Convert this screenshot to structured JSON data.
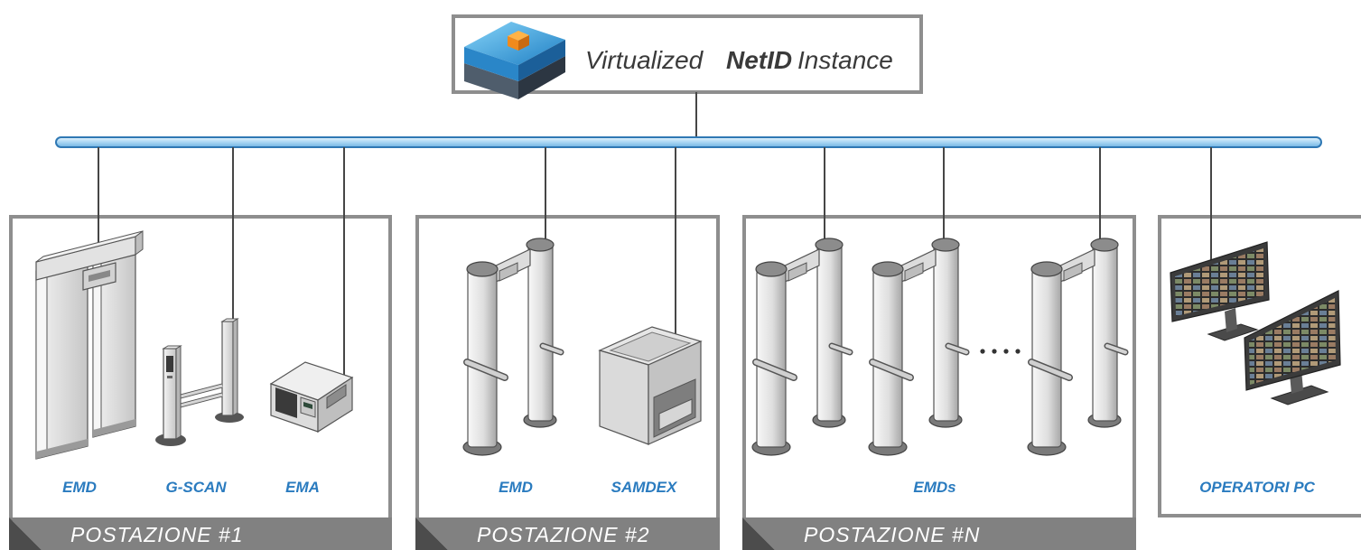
{
  "instance": {
    "title_pre": "Virtualized",
    "title_bold": "NetID",
    "title_post": "Instance",
    "icon": "virtual-server-icon"
  },
  "stations": [
    {
      "banner": "POSTAZIONE #1",
      "devices": [
        "EMD",
        "G-SCAN",
        "EMA"
      ]
    },
    {
      "banner": "POSTAZIONE #2",
      "devices": [
        "EMD",
        "SAMDEX"
      ]
    },
    {
      "banner": "POSTAZIONE #N",
      "devices": [
        "EMDs"
      ]
    }
  ],
  "operators": {
    "label": "OPERATORI PC",
    "icon": "monitor-icon"
  },
  "colors": {
    "accent_blue": "#2a7bbf",
    "bus_fill": "#a9d6f3",
    "bus_stroke": "#2f78b4",
    "frame_gray": "#8e8e8e",
    "banner_gray": "#818181",
    "banner_dark": "#4c4c4c"
  }
}
